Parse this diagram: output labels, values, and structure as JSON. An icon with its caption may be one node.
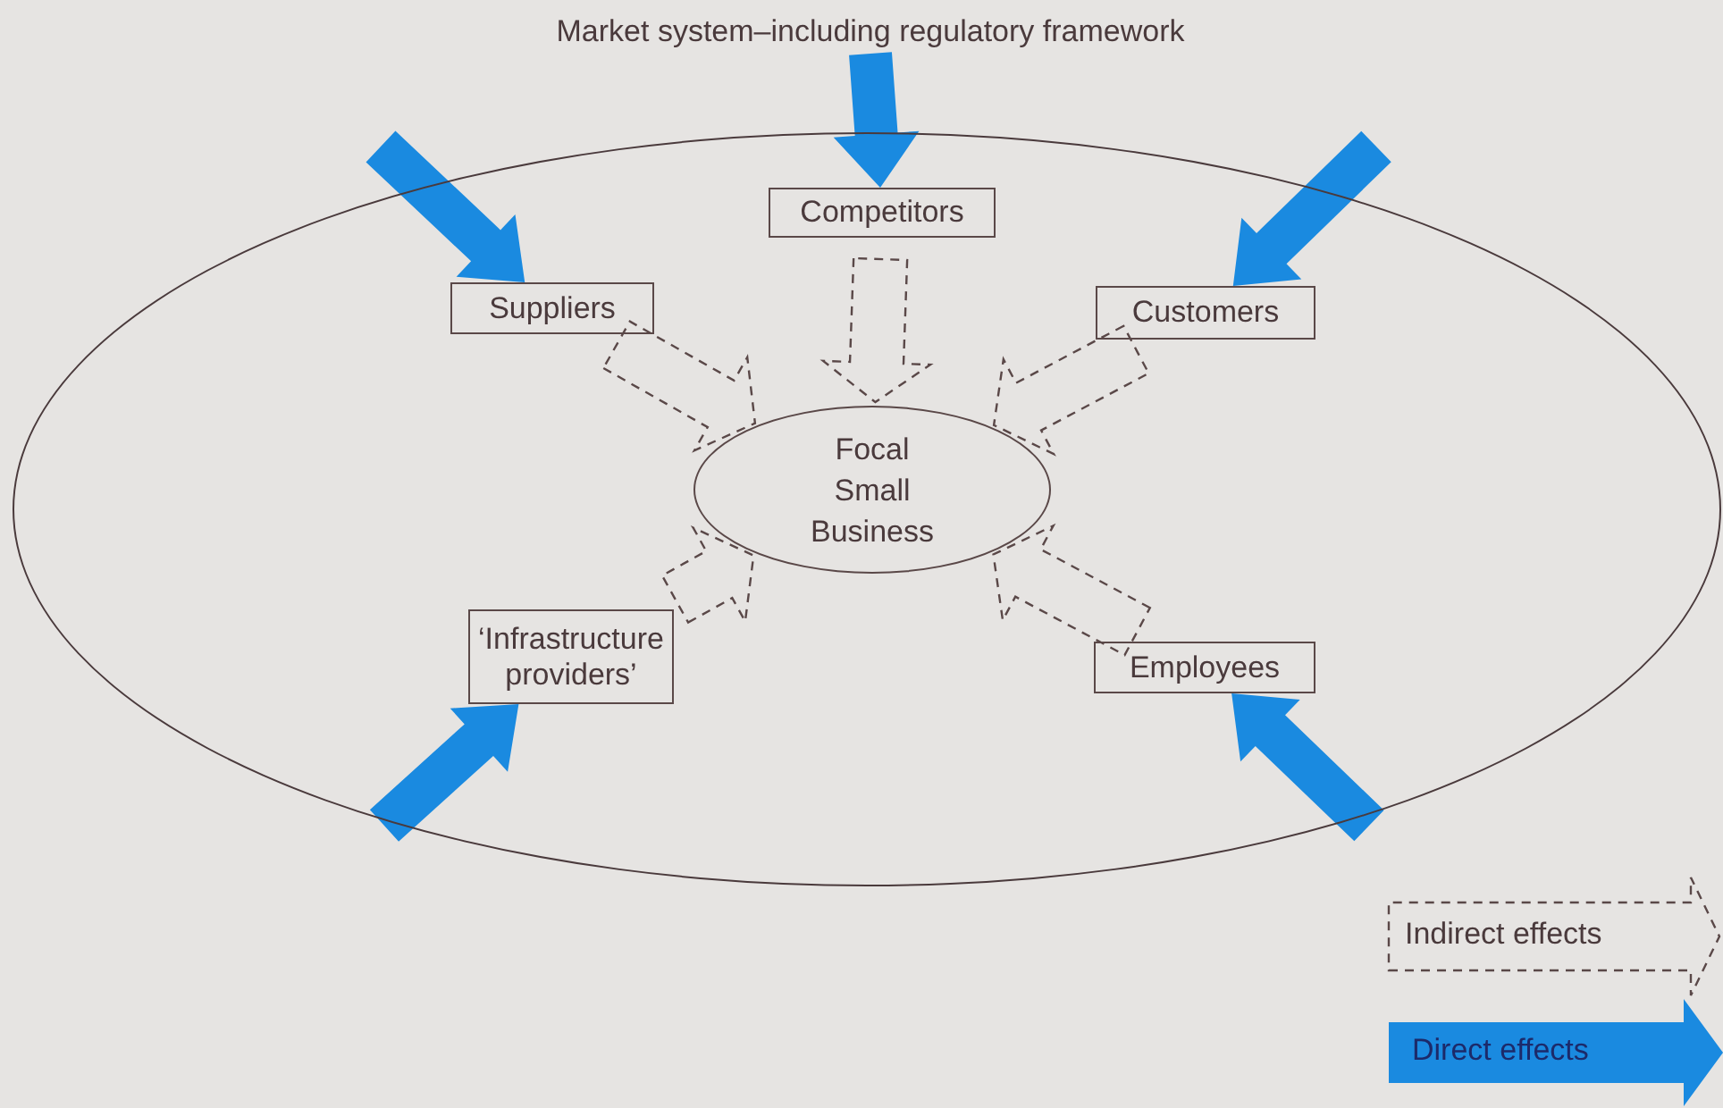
{
  "diagram": {
    "nodes": [
      {
        "text": [
          "Market system–including regulatory framework"
        ]
      },
      {
        "text": [
          "Competitors"
        ],
        "in": 0
      },
      {
        "text": [
          "Suppliers"
        ],
        "in": 0
      },
      {
        "text": [
          "Customers"
        ],
        "in": 0
      },
      {
        "text": [
          "Focal Small Business"
        ],
        "in": 0
      },
      {
        "text": [
          "‘Infrastructure providers’"
        ],
        "in": 0
      },
      {
        "text": [
          "Employees"
        ],
        "in": 0
      }
    ],
    "edges": [
      {
        "from": null,
        "to": 2,
        "arrow": "to",
        "style": "thick",
        "color": "#1a8ae0"
      },
      {
        "from": null,
        "to": 1,
        "arrow": "to",
        "style": "thick",
        "color": "#1a8ae0"
      },
      {
        "from": null,
        "to": 3,
        "arrow": "to",
        "style": "thick",
        "color": "#1a8ae0"
      },
      {
        "from": null,
        "to": 5,
        "arrow": "to",
        "style": "thick",
        "color": "#1a8ae0"
      },
      {
        "from": null,
        "to": 6,
        "arrow": "to",
        "style": "thick",
        "color": "#1a8ae0"
      },
      {
        "from": 1,
        "to": 4,
        "arrow": "to",
        "style": "dashed"
      },
      {
        "from": 2,
        "to": 4,
        "arrow": "to",
        "style": "dashed"
      },
      {
        "from": 3,
        "to": 4,
        "arrow": "to",
        "style": "dashed"
      },
      {
        "from": 5,
        "to": 4,
        "arrow": "to",
        "style": "dashed"
      },
      {
        "from": 6,
        "to": 4,
        "arrow": "to",
        "style": "dashed"
      }
    ],
    "legend": [
      {
        "text": "Indirect effects"
      },
      {
        "text": "Direct effects"
      }
    ]
  }
}
